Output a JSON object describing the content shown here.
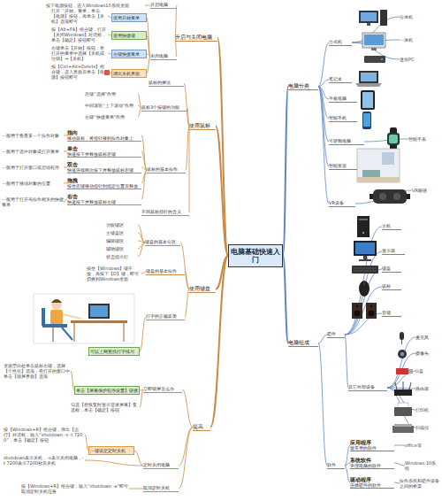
{
  "diagram": {
    "nodes": [
      {
        "text": [
          "电脑基础快速入门"
        ]
      },
      {
        "text": [
          "开启与关闭电脑"
        ]
      },
      {
        "text": [
          "开启电脑"
        ]
      },
      {
        "text": [
          "按下电源按钮，进入Windows10系统桌面"
        ]
      },
      {
        "text": [
          "关闭电脑"
        ]
      },
      {
        "text": [
          "使用开始菜单"
        ]
      },
      {
        "text": [
          "打开「开始」菜单，单击【电源】按钮，再单击【关机】选项即可"
        ]
      },
      {
        "text": [
          "使用快捷键"
        ]
      },
      {
        "text": [
          "按【Alt+F4】组合键，打开【关闭Windows】对话框，单击【确定】按钮即可"
        ]
      },
      {
        "text": [
          "右键快捷菜单"
        ]
      },
      {
        "text": [
          "右键单击【开始】按钮，在打开的菜单中选择【关机或注销】→【关机】"
        ]
      },
      {
        "text": [
          "调出关机界面"
        ]
      },
      {
        "text": [
          "按【Ctrl+Alt+Delete】组合键，进入页面后单击【电源】按钮即可"
        ]
      },
      {
        "text": [
          "使用鼠标"
        ]
      },
      {
        "text": [
          "鼠标的握法"
        ]
      },
      {
        "text": [
          "鼠标3个按键的功能"
        ]
      },
      {
        "text": [
          "左键“选择”作用"
        ]
      },
      {
        "text": [
          "中间滚轮“上下滚动”作用"
        ]
      },
      {
        "text": [
          "右键“快捷菜单”作用"
        ]
      },
      {
        "text": [
          "鼠标的基本操作"
        ]
      },
      {
        "text": [
          "指向",
          "移动鼠标，将指针移到操作对象上"
        ]
      },
      {
        "text": [
          "一般用于查看某一个操作对象"
        ]
      },
      {
        "text": [
          "单击",
          "快速按下并释放鼠标左键"
        ]
      },
      {
        "text": [
          "一般用于选中对象或打开菜单"
        ]
      },
      {
        "text": [
          "双击",
          "快速连续两次按下并释放鼠标左键"
        ]
      },
      {
        "text": [
          "一般用于打开窗口或启动程序"
        ]
      },
      {
        "text": [
          "拖拽",
          "按住左键移动指针到指定位置后释放"
        ]
      },
      {
        "text": [
          "一般用于移动对象的位置"
        ]
      },
      {
        "text": [
          "右击",
          "快速按下并释放鼠标右键"
        ]
      },
      {
        "text": [
          "一般用于打开与操作相关的快捷菜单"
        ]
      },
      {
        "text": [
          "不同鼠标指针的含义"
        ]
      },
      {
        "text": [
          "使用键盘"
        ]
      },
      {
        "text": [
          "键盘的基本分区"
        ]
      },
      {
        "text": [
          "功能键区"
        ]
      },
      {
        "text": [
          "主键盘区"
        ]
      },
      {
        "text": [
          "编辑键区"
        ]
      },
      {
        "text": [
          "辅助键区"
        ]
      },
      {
        "text": [
          "状态指示灯"
        ]
      },
      {
        "text": [
          "键盘的基本操作"
        ]
      },
      {
        "text": [
          "按住【Windows】键不放，再按下【D】键，即可切换到Windows桌面"
        ]
      },
      {
        "text": [
          "打字的正确姿势"
        ]
      },
      {
        "text": [
          "可以上网查找打字练习"
        ]
      },
      {
        "text": [
          "提高"
        ]
      },
      {
        "text": [
          "立即锁屏怎么办"
        ]
      },
      {
        "text": [
          "桌面空白处单击鼠标右键，选择【个性化】选项，在打开的窗口中单击【锁屏界面】选项"
        ]
      },
      {
        "text": [
          "单击【屏幕保护程序设置】链接"
        ]
      },
      {
        "text": [
          "勾选【在恢复时显示登录屏幕】复选框，单击【确定】按钮"
        ]
      },
      {
        "text": [
          "定时关闭电脑"
        ]
      },
      {
        "text": [
          "一键设定定时关机"
        ]
      },
      {
        "text": [
          "按【Windows+R】组合键，弹出【运行】对话框，输入“shutdown -s -t 7200”，单击【确定】按钮"
        ]
      },
      {
        "text": [
          "shutdown表示关机，-s表示关闭电脑，-t 7200表示7200秒后关机"
        ]
      },
      {
        "text": [
          "取消定时关机"
        ]
      },
      {
        "text": [
          "按【Windows+R】组合键，输入“shutdown -a”即可取消定时关机任务"
        ]
      },
      {
        "text": [
          "电脑分类"
        ]
      },
      {
        "text": [
          "台式机"
        ]
      },
      {
        "text": [
          "分体机"
        ]
      },
      {
        "text": [
          "一体机"
        ]
      },
      {
        "text": [
          "迷你PC"
        ]
      },
      {
        "text": [
          "笔记本"
        ]
      },
      {
        "text": [
          "平板电脑"
        ]
      },
      {
        "text": [
          "智能手机"
        ]
      },
      {
        "text": [
          "可穿戴电脑"
        ]
      },
      {
        "text": [
          "智能手表"
        ]
      },
      {
        "text": [
          "智能家居"
        ]
      },
      {
        "text": [
          "VR设备"
        ]
      },
      {
        "text": [
          "VR眼镜"
        ]
      },
      {
        "text": [
          "电脑组成"
        ]
      },
      {
        "text": [
          "硬件"
        ]
      },
      {
        "text": [
          "主机"
        ]
      },
      {
        "text": [
          "显示器"
        ]
      },
      {
        "text": [
          "键盘"
        ]
      },
      {
        "text": [
          "鼠标"
        ]
      },
      {
        "text": [
          "音箱"
        ]
      },
      {
        "text": [
          "其它外部设备"
        ]
      },
      {
        "text": [
          "麦克风"
        ]
      },
      {
        "text": [
          "摄像头"
        ]
      },
      {
        "text": [
          "U盘"
        ]
      },
      {
        "text": [
          "路由器"
        ]
      },
      {
        "text": [
          "打印机"
        ]
      },
      {
        "text": [
          "扫描仪"
        ]
      },
      {
        "text": [
          "软件"
        ]
      },
      {
        "text": [
          "应用程序",
          "最常用的软件"
        ]
      },
      {
        "text": [
          "office等"
        ]
      },
      {
        "text": [
          "系统软件",
          "管理电脑的软件"
        ]
      },
      {
        "text": [
          "Windows 10系统"
        ]
      },
      {
        "text": [
          "驱动程序",
          "连接硬件的软件"
        ]
      },
      {
        "text": [
          "操作系统和硬件设备之间的桥梁"
        ]
      }
    ],
    "edges": [
      {
        "from": 0,
        "to": 1,
        "arrow": "none"
      },
      {
        "from": 1,
        "to": 2,
        "arrow": "none"
      },
      {
        "from": 2,
        "to": 3,
        "arrow": "none"
      },
      {
        "from": 1,
        "to": 4,
        "arrow": "none"
      },
      {
        "from": 4,
        "to": 5,
        "arrow": "none"
      },
      {
        "from": 5,
        "to": 6,
        "arrow": "none"
      },
      {
        "from": 4,
        "to": 7,
        "arrow": "none"
      },
      {
        "from": 7,
        "to": 8,
        "arrow": "none"
      },
      {
        "from": 4,
        "to": 9,
        "arrow": "none"
      },
      {
        "from": 9,
        "to": 10,
        "arrow": "none"
      },
      {
        "from": 4,
        "to": 11,
        "arrow": "none"
      },
      {
        "from": 11,
        "to": 12,
        "arrow": "none"
      },
      {
        "from": 0,
        "to": 13,
        "arrow": "none"
      },
      {
        "from": 13,
        "to": 14,
        "arrow": "none"
      },
      {
        "from": 13,
        "to": 15,
        "arrow": "none"
      },
      {
        "from": 15,
        "to": 16,
        "arrow": "none"
      },
      {
        "from": 15,
        "to": 17,
        "arrow": "none"
      },
      {
        "from": 15,
        "to": 18,
        "arrow": "none"
      },
      {
        "from": 13,
        "to": 19,
        "arrow": "none"
      },
      {
        "from": 19,
        "to": 20,
        "arrow": "none"
      },
      {
        "from": 20,
        "to": 21,
        "arrow": "none"
      },
      {
        "from": 19,
        "to": 22,
        "arrow": "none"
      },
      {
        "from": 22,
        "to": 23,
        "arrow": "none"
      },
      {
        "from": 19,
        "to": 24,
        "arrow": "none"
      },
      {
        "from": 24,
        "to": 25,
        "arrow": "none"
      },
      {
        "from": 19,
        "to": 26,
        "arrow": "none"
      },
      {
        "from": 26,
        "to": 27,
        "arrow": "none"
      },
      {
        "from": 19,
        "to": 28,
        "arrow": "none"
      },
      {
        "from": 28,
        "to": 29,
        "arrow": "none"
      },
      {
        "from": 13,
        "to": 30,
        "arrow": "none"
      },
      {
        "from": 0,
        "to": 31,
        "arrow": "none"
      },
      {
        "from": 31,
        "to": 32,
        "arrow": "none"
      },
      {
        "from": 32,
        "to": 33,
        "arrow": "none"
      },
      {
        "from": 32,
        "to": 34,
        "arrow": "none"
      },
      {
        "from": 32,
        "to": 35,
        "arrow": "none"
      },
      {
        "from": 32,
        "to": 36,
        "arrow": "none"
      },
      {
        "from": 32,
        "to": 37,
        "arrow": "none"
      },
      {
        "from": 31,
        "to": 38,
        "arrow": "none"
      },
      {
        "from": 38,
        "to": 39,
        "arrow": "none"
      },
      {
        "from": 31,
        "to": 40,
        "arrow": "none"
      },
      {
        "from": 40,
        "to": 41,
        "arrow": "none"
      },
      {
        "from": 0,
        "to": 42,
        "arrow": "none"
      },
      {
        "from": 42,
        "to": 43,
        "arrow": "none"
      },
      {
        "from": 43,
        "to": 45,
        "arrow": "none"
      },
      {
        "from": 45,
        "to": 44,
        "arrow": "none"
      },
      {
        "from": 43,
        "to": 46,
        "arrow": "none"
      },
      {
        "from": 42,
        "to": 47,
        "arrow": "none"
      },
      {
        "from": 47,
        "to": 48,
        "arrow": "none"
      },
      {
        "from": 48,
        "to": 49,
        "arrow": "none"
      },
      {
        "from": 47,
        "to": 50,
        "arrow": "none"
      },
      {
        "from": 42,
        "to": 51,
        "arrow": "none"
      },
      {
        "from": 51,
        "to": 52,
        "arrow": "none"
      },
      {
        "from": 0,
        "to": 53,
        "arrow": "none"
      },
      {
        "from": 53,
        "to": 54,
        "arrow": "none"
      },
      {
        "from": 54,
        "to": 55,
        "arrow": "none"
      },
      {
        "from": 54,
        "to": 56,
        "arrow": "none"
      },
      {
        "from": 54,
        "to": 57,
        "arrow": "none"
      },
      {
        "from": 53,
        "to": 58,
        "arrow": "none"
      },
      {
        "from": 53,
        "to": 59,
        "arrow": "none"
      },
      {
        "from": 53,
        "to": 60,
        "arrow": "none"
      },
      {
        "from": 53,
        "to": 61,
        "arrow": "none"
      },
      {
        "from": 61,
        "to": 62,
        "arrow": "none"
      },
      {
        "from": 53,
        "to": 63,
        "arrow": "none"
      },
      {
        "from": 53,
        "to": 64,
        "arrow": "none"
      },
      {
        "from": 64,
        "to": 65,
        "arrow": "none"
      },
      {
        "from": 0,
        "to": 66,
        "arrow": "none"
      },
      {
        "from": 66,
        "to": 67,
        "arrow": "none"
      },
      {
        "from": 67,
        "to": 68,
        "arrow": "none"
      },
      {
        "from": 67,
        "to": 69,
        "arrow": "none"
      },
      {
        "from": 67,
        "to": 70,
        "arrow": "none"
      },
      {
        "from": 67,
        "to": 71,
        "arrow": "none"
      },
      {
        "from": 67,
        "to": 72,
        "arrow": "none"
      },
      {
        "from": 67,
        "to": 73,
        "arrow": "none"
      },
      {
        "from": 73,
        "to": 74,
        "arrow": "none"
      },
      {
        "from": 73,
        "to": 75,
        "arrow": "none"
      },
      {
        "from": 73,
        "to": 76,
        "arrow": "none"
      },
      {
        "from": 73,
        "to": 77,
        "arrow": "none"
      },
      {
        "from": 73,
        "to": 78,
        "arrow": "none"
      },
      {
        "from": 73,
        "to": 79,
        "arrow": "none"
      },
      {
        "from": 66,
        "to": 80,
        "arrow": "none"
      },
      {
        "from": 80,
        "to": 81,
        "arrow": "none"
      },
      {
        "from": 81,
        "to": 82,
        "arrow": "none"
      },
      {
        "from": 80,
        "to": 83,
        "arrow": "none"
      },
      {
        "from": 83,
        "to": 84,
        "arrow": "none"
      },
      {
        "from": 80,
        "to": 85,
        "arrow": "none"
      },
      {
        "from": 85,
        "to": 86,
        "arrow": "none"
      }
    ]
  }
}
